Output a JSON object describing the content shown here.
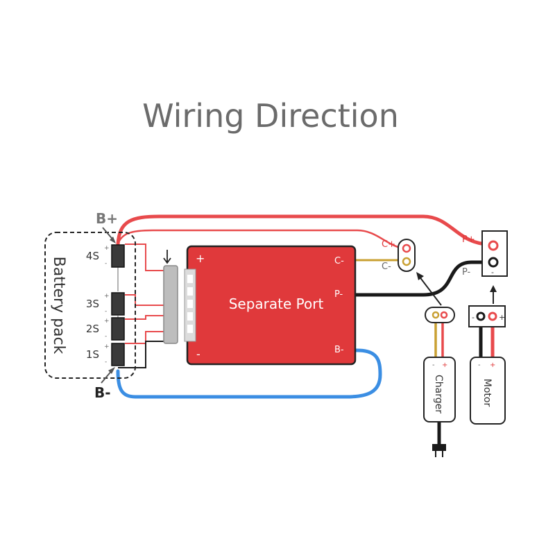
{
  "title": "Wiring Direction",
  "battery_pack": {
    "label": "Battery pack",
    "bplus": "B+",
    "bminus": "B-",
    "cells": [
      "4S",
      "3S",
      "2S",
      "1S"
    ],
    "cell_plus": "+",
    "cell_minus": "-"
  },
  "board": {
    "label": "Separate Port",
    "plus": "+",
    "minus": "-",
    "ports": {
      "c_minus": "C-",
      "p_minus": "P-",
      "b_minus": "B-"
    }
  },
  "charge_connector": {
    "c_plus": "C+",
    "c_minus": "C-"
  },
  "output_connector": {
    "p_plus": "P+",
    "p_minus": "P-",
    "minus_sign": "-"
  },
  "charger": {
    "label": "Charger",
    "minus": "-",
    "plus": "+"
  },
  "motor": {
    "label": "Motor",
    "minus": "-",
    "plus": "+",
    "plug_minus": "-",
    "plug_plus": "+"
  },
  "colors": {
    "wire_red": "#e84a4c",
    "wire_black": "#1a1a1a",
    "wire_blue": "#3b8ee3",
    "wire_gold": "#c9a032",
    "board": "#e0393b",
    "text_gray": "#6b6b6b"
  }
}
